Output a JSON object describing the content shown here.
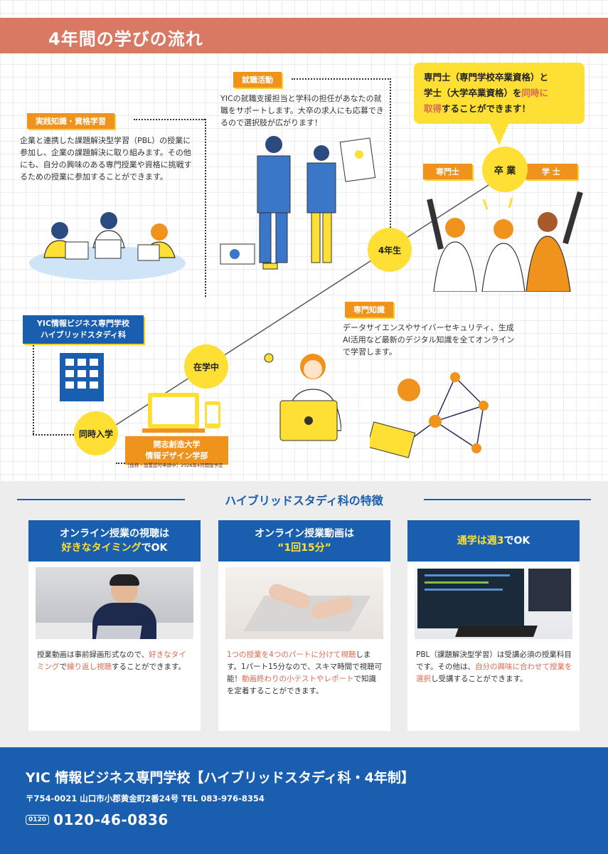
{
  "banner": {
    "title": "4年間の学びの流れ"
  },
  "practice": {
    "label": "実践知識・資格学習",
    "text": "企業と連携した課題解決型学習（PBL）の授業に参加し、企業の課題解決に取り組みます。その他にも、自分の興味のある専門授業や資格に挑戦するための授業に参加することができます。"
  },
  "job": {
    "label": "就職活動",
    "text": "YICの就職支援担当と学科の担任があなたの就職をサポートします。大卒の求人にも応募できるので選択肢が広がります！"
  },
  "callout": {
    "line1": "専門士（専門学校卒業資格）と",
    "line2a": "学士（大学卒業資格）を",
    "line2b": "同時に",
    "line3a": "取得",
    "line3b": "することができます！"
  },
  "graduation": {
    "left": "専門士",
    "center": "卒 業",
    "right": "学 士"
  },
  "milestones": {
    "year4": "4年生",
    "studying": "在学中",
    "entry": "同時入学"
  },
  "school": {
    "line1": "YIC情報ビジネス専門学校",
    "line2": "ハイブリッドスタディ科"
  },
  "university": {
    "line1": "開志創造大学",
    "line2": "情報デザイン学部",
    "note": "［仮称・設置認可申請中］2026年4月開設予定"
  },
  "specialty": {
    "label": "専門知識",
    "text": "データサイエンスやサイバーセキュリティ、生成AI活用など最新のデジタル知識を全てオンラインで学習します。"
  },
  "features": {
    "title": "ハイブリッドスタディ科の特徴",
    "cards": [
      {
        "head1": "オンライン授業の視聴は",
        "head2a": "好きなタイミング",
        "head2b": "でOK",
        "t1": "授業動画は事前録画形式なので、",
        "t2": "好きなタイミング",
        "t3": "で",
        "t4": "繰り返し視聴",
        "t5": "することができます。"
      },
      {
        "head1": "オンライン授業動画は",
        "head2a": "“1回15分”",
        "head2b": "",
        "t1": "1つの授業を4つのパートに分けて視聴",
        "t2": "します。1パート15分なので、スキマ時間で視聴可能！",
        "t3": "動画終わりの小テストやレポート",
        "t4": "で知識を定着することができます。",
        "t5": ""
      },
      {
        "head1": "",
        "head2a": "通学は週3",
        "head2b": "でOK",
        "t1": "PBL（課題解決型学習）は受講必須の授業科目です。その他は、",
        "t2": "自分の興味に合わせて授業を選択",
        "t3": "し受講することができます。",
        "t4": "",
        "t5": ""
      }
    ]
  },
  "footer": {
    "school": "YIC 情報ビジネス専門学校",
    "course": "【ハイブリッドスタディ科・4年制】",
    "address": "〒754-0021 山口市小郡黄金町2番24号  TEL 083-976-8354",
    "freedial_icon": "0120",
    "phone": "0120-46-0836"
  },
  "colors": {
    "accent": "#f0931d",
    "yellow": "#fde033",
    "blue": "#1a5eb0",
    "banner": "#d97963"
  }
}
